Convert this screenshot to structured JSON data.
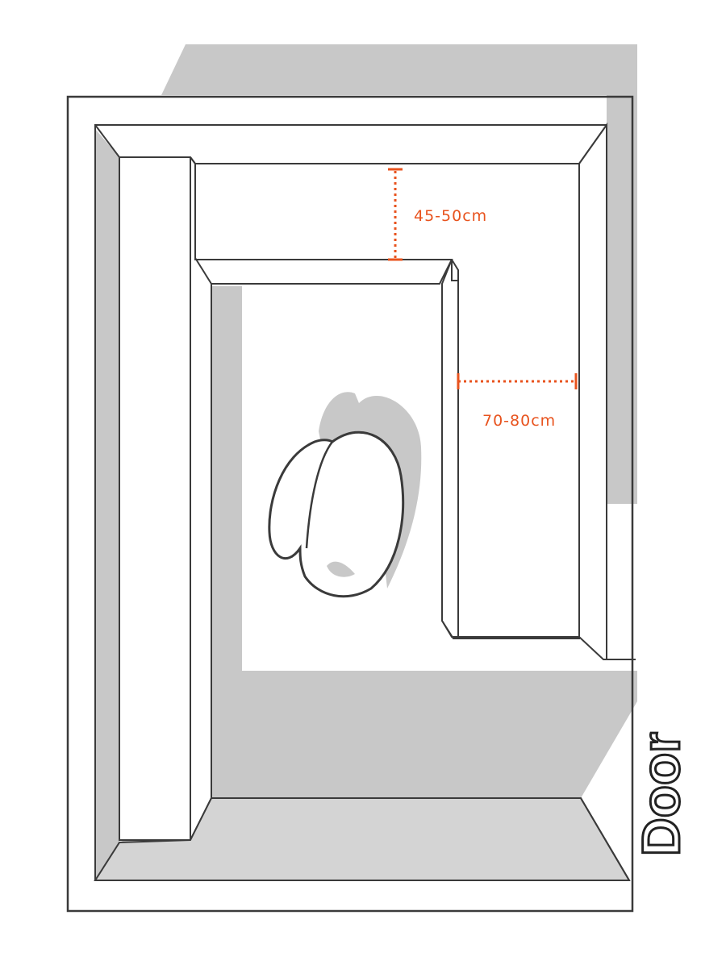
{
  "diagram": {
    "colors": {
      "wall_fill": "#ffffff",
      "wall_stroke": "#3a3a3a",
      "shadow": "#c8c8c8",
      "dimension": "#e8531e",
      "text_dark": "#222222"
    },
    "dimensions": {
      "depth_label": "45-50cm",
      "width_label": "70-80cm"
    },
    "door": {
      "label": "Door"
    },
    "icons": {
      "ottoman": "ottoman-icon"
    }
  }
}
